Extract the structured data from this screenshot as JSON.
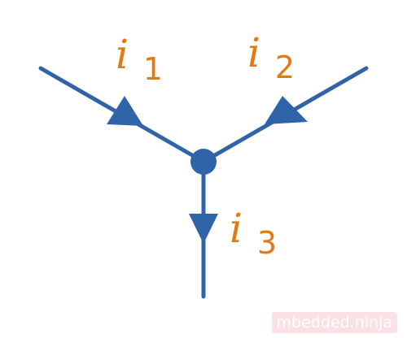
{
  "labels": {
    "i1": {
      "main": "i",
      "sub": "1"
    },
    "i2": {
      "main": "i",
      "sub": "2"
    },
    "i3": {
      "main": "i",
      "sub": "3"
    }
  },
  "watermark": "mbedded.ninja",
  "colors": {
    "wire": "#2f64a8",
    "label": "#e07b12"
  }
}
